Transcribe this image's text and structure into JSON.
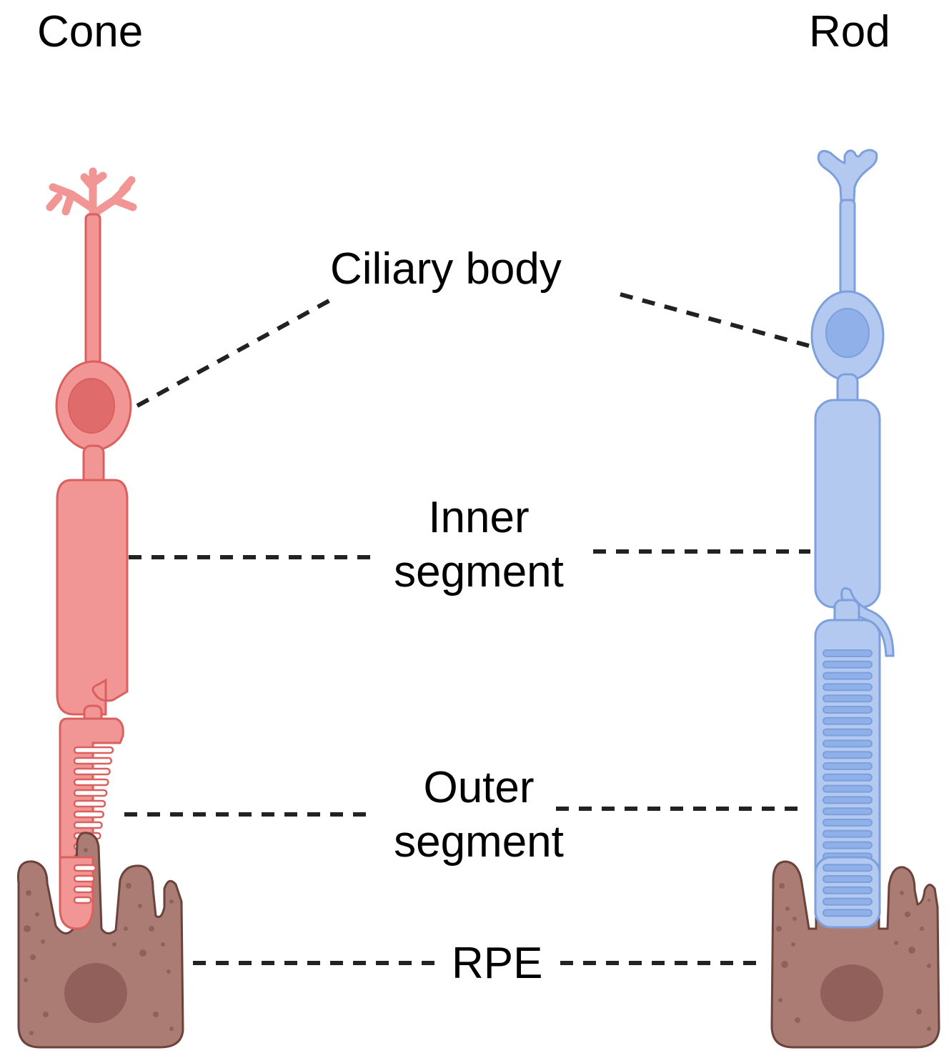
{
  "cells": {
    "cone": {
      "title": "Cone"
    },
    "rod": {
      "title": "Rod"
    }
  },
  "labels": {
    "ciliary_body": "Ciliary body",
    "inner_segment": {
      "line1": "Inner",
      "line2": "segment"
    },
    "outer_segment": {
      "line1": "Outer",
      "line2": "segment"
    },
    "rpe": "RPE"
  },
  "colors": {
    "cone_fill": "#f29595",
    "cone_stroke": "#d9605f",
    "cone_nucleus": "#df6b6b",
    "rod_fill": "#b3c9f0",
    "rod_stroke": "#7d9fdc",
    "rod_nucleus": "#8fb0e8",
    "rpe_fill": "#ab7c74",
    "rpe_stroke": "#6b433c",
    "rpe_nucleus": "#91605a",
    "dash": "#222222"
  }
}
